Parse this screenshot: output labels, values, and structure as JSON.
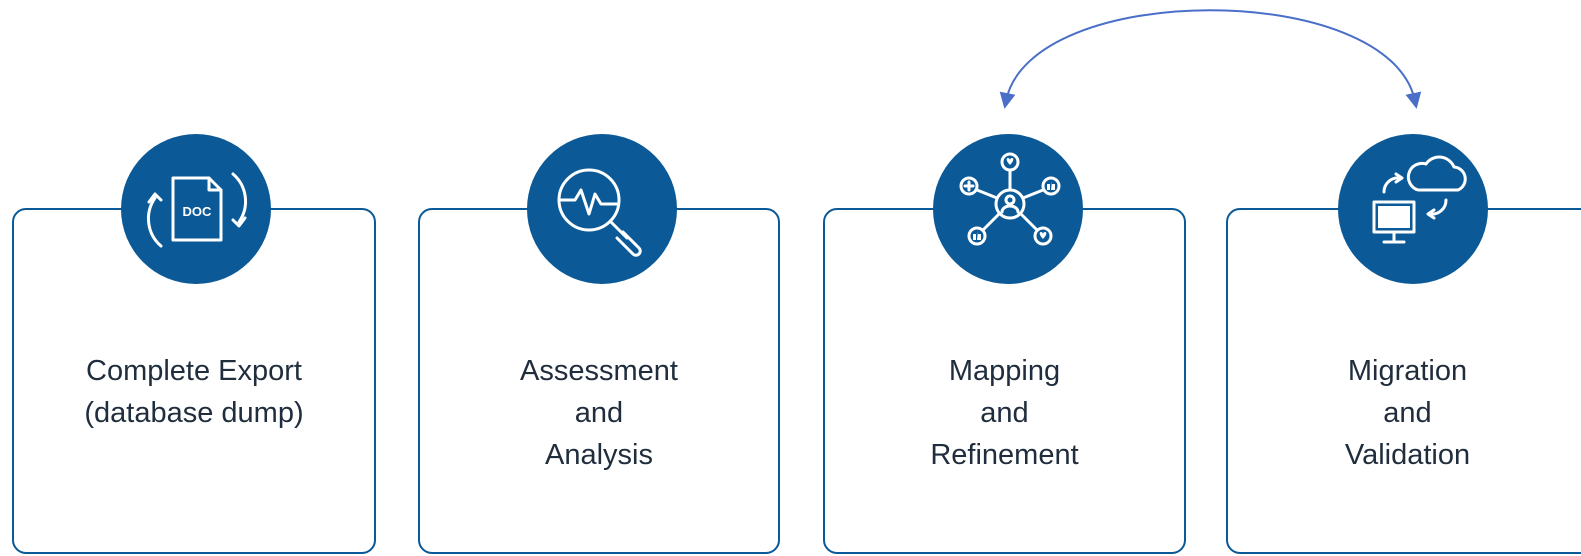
{
  "steps": [
    {
      "id": "export",
      "lines": [
        "Complete Export",
        "(database dump)"
      ],
      "icon": "doc-refresh-icon"
    },
    {
      "id": "assessment",
      "lines": [
        "Assessment",
        "and",
        "Analysis"
      ],
      "icon": "magnifier-pulse-icon"
    },
    {
      "id": "mapping",
      "lines": [
        "Mapping",
        "and",
        "Refinement"
      ],
      "icon": "network-hub-icon"
    },
    {
      "id": "migration",
      "lines": [
        "Migration",
        "and",
        "Validation"
      ],
      "icon": "cloud-sync-monitor-icon"
    }
  ],
  "colors": {
    "primary": "#0b5a97",
    "arrow": "#4a6fc9",
    "text": "#1f2d3d"
  }
}
